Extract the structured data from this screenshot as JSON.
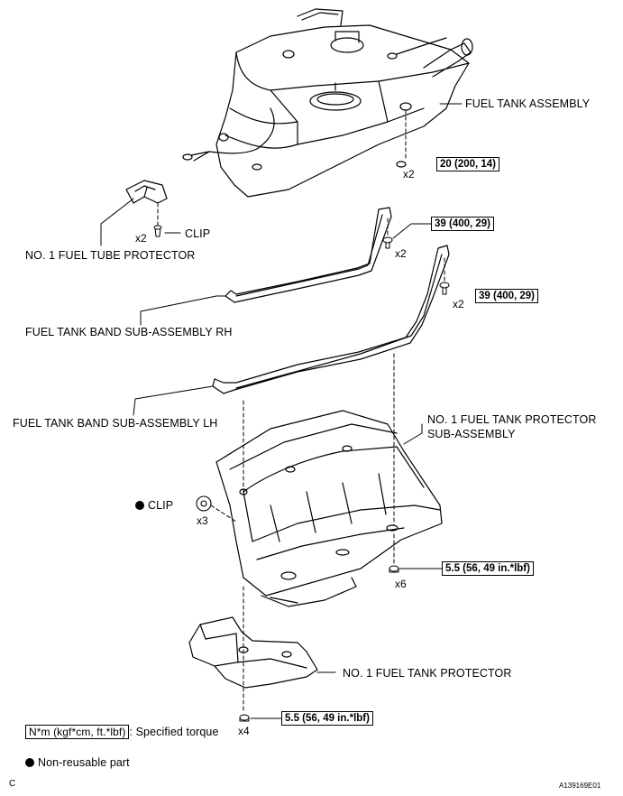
{
  "labels": {
    "fuel_tank_assembly": "FUEL TANK ASSEMBLY",
    "clip": "CLIP",
    "no1_fuel_tube_protector": "NO. 1 FUEL TUBE PROTECTOR",
    "band_rh": "FUEL TANK BAND SUB-ASSEMBLY RH",
    "band_lh": "FUEL TANK BAND SUB-ASSEMBLY LH",
    "no1_protector_sub_line1": "NO. 1 FUEL TANK PROTECTOR",
    "no1_protector_sub_line2": "SUB-ASSEMBLY",
    "clip_nonreusable": "CLIP",
    "no1_fuel_tank_protector": "NO. 1 FUEL TANK PROTECTOR"
  },
  "quantities": {
    "tank_nut": "x2",
    "clip": "x2",
    "band_rh_bolt": "x2",
    "band_lh_bolt": "x2",
    "clip_nonreusable": "x3",
    "protector_sub_nut": "x6",
    "protector_nut": "x4"
  },
  "torques": {
    "tank_nut": "20 (200, 14)",
    "band_bolt_1": "39 (400, 29)",
    "band_bolt_2": "39 (400, 29)",
    "protector_sub_nut": "5.5 (56, 49 in.*lbf)",
    "protector_nut": "5.5 (56, 49 in.*lbf)"
  },
  "legend": {
    "torque_unit": "N*m (kgf*cm, ft.*lbf)",
    "torque_desc": ": Specified torque",
    "nonreusable": "Non-reusable part"
  },
  "corner": {
    "left": "C",
    "right": "A139169E01"
  }
}
